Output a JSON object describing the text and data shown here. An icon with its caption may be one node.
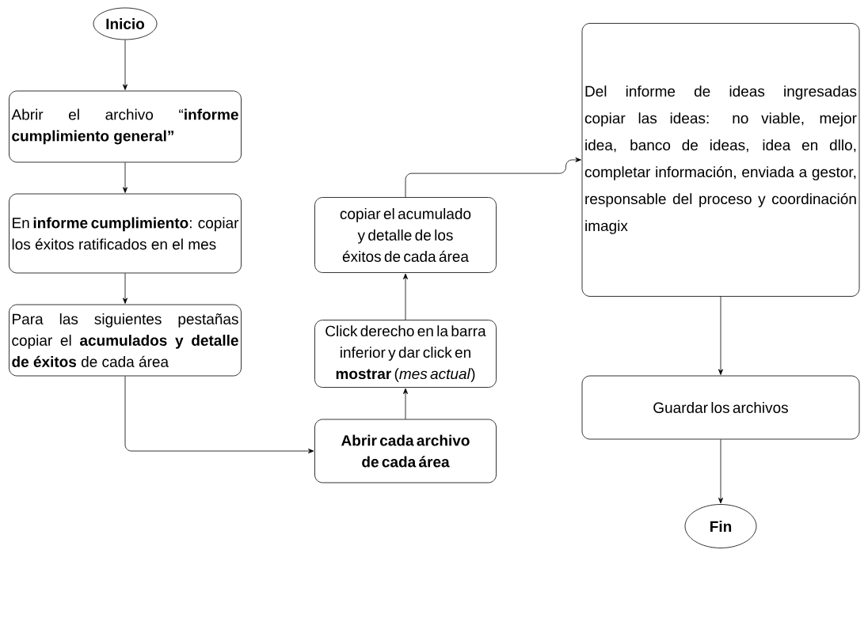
{
  "diagram": {
    "nodes": [
      {
        "text": [
          "Inicio"
        ]
      },
      {
        "text": [
          "Abrir el archivo “**informe cumplimiento general”**"
        ]
      },
      {
        "text": [
          "En **informe cumplimiento**: copiar los éxitos ratificados en el mes"
        ]
      },
      {
        "text": [
          "Para las siguientes pestañas copiar el **acumulados y detalle de éxitos** de cada área"
        ]
      },
      {
        "text": [
          "Abrir cada archivo de cada área"
        ]
      },
      {
        "text": [
          "Click derecho en la barra inferior y dar click en **mostrar** (*mes actual*)"
        ]
      },
      {
        "text": [
          "copiar el acumulado y detalle de los éxitos de cada área"
        ]
      },
      {
        "text": [
          "Del informe de ideas ingresadas copiar las ideas: no viable, mejor idea, banco de ideas, idea en dllo, completar información, enviada a gestor, responsable del proceso y coordinación imagix"
        ]
      },
      {
        "text": [
          "Guardar los archivos"
        ]
      },
      {
        "text": [
          "Fin"
        ]
      }
    ],
    "edges": [
      {
        "from": 0,
        "to": 1,
        "arrow": "to"
      },
      {
        "from": 1,
        "to": 2,
        "arrow": "to"
      },
      {
        "from": 2,
        "to": 3,
        "arrow": "to"
      },
      {
        "from": 3,
        "to": 4,
        "arrow": "to"
      },
      {
        "from": 4,
        "to": 5,
        "arrow": "to"
      },
      {
        "from": 5,
        "to": 6,
        "arrow": "to"
      },
      {
        "from": 6,
        "to": 7,
        "arrow": "to"
      },
      {
        "from": 7,
        "to": 8,
        "arrow": "to"
      },
      {
        "from": 8,
        "to": 9,
        "arrow": "to"
      }
    ]
  }
}
